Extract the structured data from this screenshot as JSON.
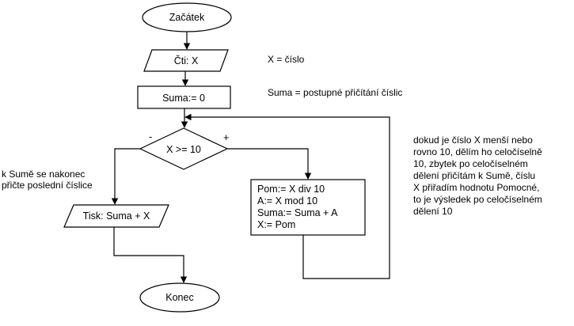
{
  "nodes": {
    "start": "Začátek",
    "read": "Čti: X",
    "init": "Suma:= 0",
    "decision": "X >= 10",
    "print": "Tisk: Suma + X",
    "end": "Konec",
    "loop_body": [
      "Pom:= X div 10",
      "A:= X mod 10",
      "Suma:= Suma + A",
      "X:= Pom"
    ]
  },
  "branch_labels": {
    "no": "-",
    "yes": "+"
  },
  "annotations": {
    "x_def": "X = číslo",
    "suma_def": "Suma = postupné přičítání číslic",
    "left_note": [
      "k Sumě se nakonec",
      "přičte poslední číslice"
    ],
    "right_note": [
      "dokud je číslo X menší nebo",
      "rovno 10, dělím ho celočíselně",
      "10, zbytek po celočíselném",
      "dělení přičítám k Sumě, číslu",
      "X přiřadím hodnotu Pomocné,",
      "to je výsledek po celočíselném",
      "dělení 10"
    ]
  }
}
